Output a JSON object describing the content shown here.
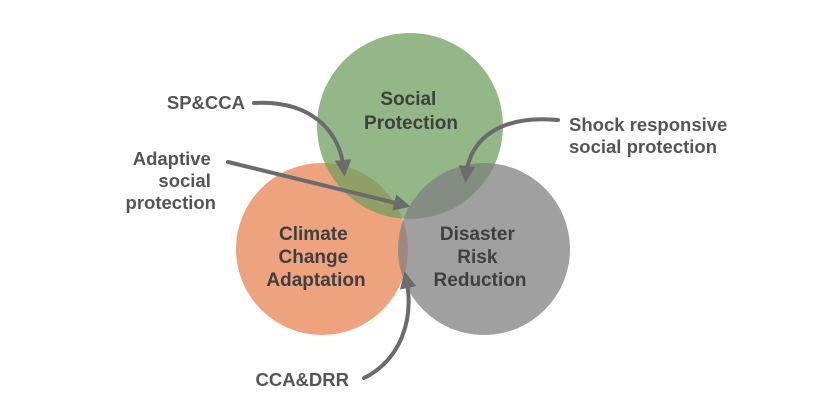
{
  "circles": {
    "social_protection": {
      "lines": [
        "Social",
        "Protection"
      ],
      "color": "#6e9e5d"
    },
    "climate_change_adaptation": {
      "lines": [
        "Climate",
        "Change",
        "Adaptation"
      ],
      "color": "#e8895a"
    },
    "disaster_risk_reduction": {
      "lines": [
        "Disaster",
        "Risk",
        "Reduction"
      ],
      "color": "#8a8a8a"
    }
  },
  "annotations": {
    "sp_cca": [
      "SP&CCA"
    ],
    "adaptive_social_protection": [
      "Adaptive",
      "social",
      "protection"
    ],
    "shock_responsive": [
      "Shock responsive",
      "social protection"
    ],
    "cca_drr": [
      "CCA&DRR"
    ]
  },
  "colors": {
    "text": "#3f3f3f",
    "annotation_text": "#555555",
    "arrow": "#6b6b6b"
  }
}
